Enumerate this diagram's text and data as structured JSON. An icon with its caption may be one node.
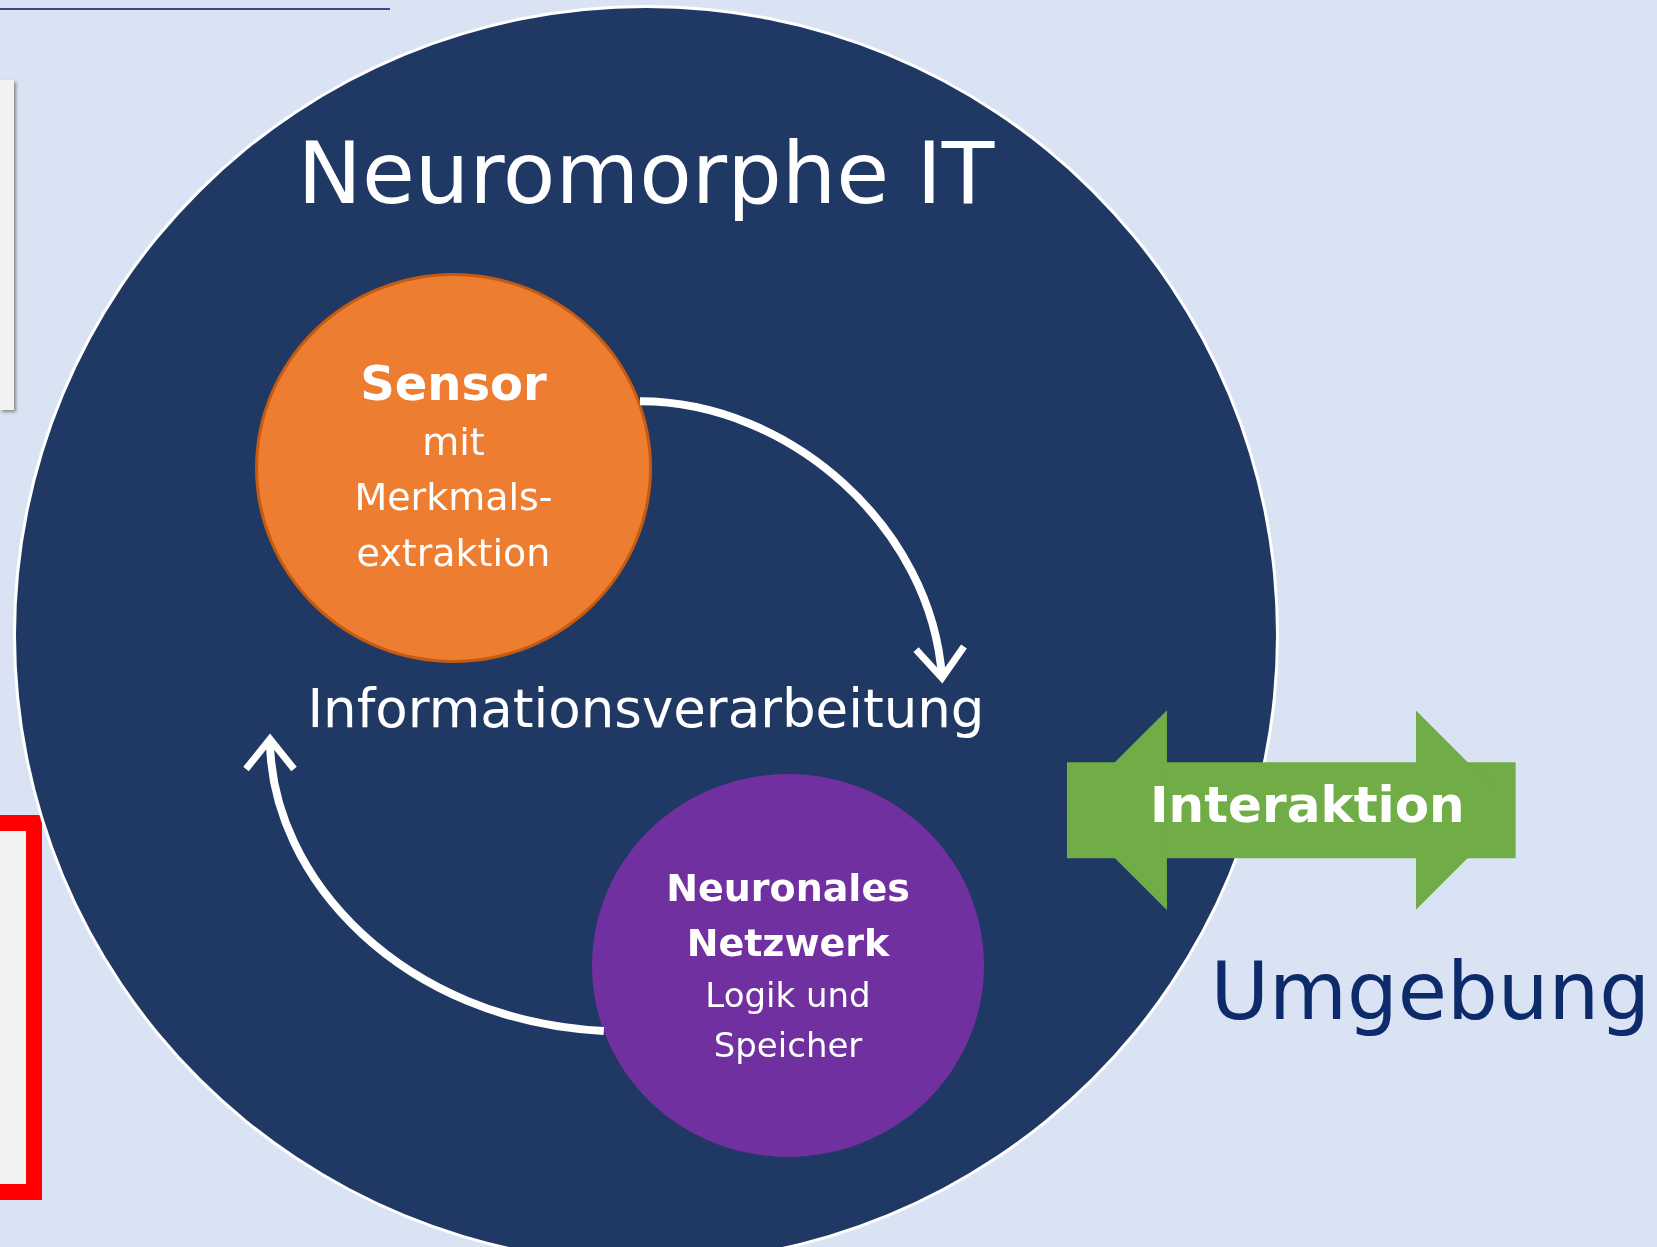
{
  "diagram": {
    "nodes": [
      {
        "text": [
          "Neuromorphe IT"
        ]
      },
      {
        "text": [
          "Sensor",
          "mit Merkmals- extraktion"
        ],
        "in": 0
      },
      {
        "text": [
          "Neuronales Netzwerk",
          "Logik und Speicher"
        ],
        "in": 0
      },
      {
        "text": [
          "Informationsverarbeitung"
        ],
        "in": 0
      },
      {
        "text": [
          "Umgebung"
        ]
      }
    ],
    "edges": [
      {
        "from": 1,
        "to": 3,
        "arrow": "to"
      },
      {
        "from": 2,
        "to": 3,
        "arrow": "to"
      },
      {
        "from": 0,
        "to": 4,
        "arrow": "both",
        "label": "Interaktion",
        "style": "thick",
        "color": "#70ad47"
      }
    ]
  }
}
